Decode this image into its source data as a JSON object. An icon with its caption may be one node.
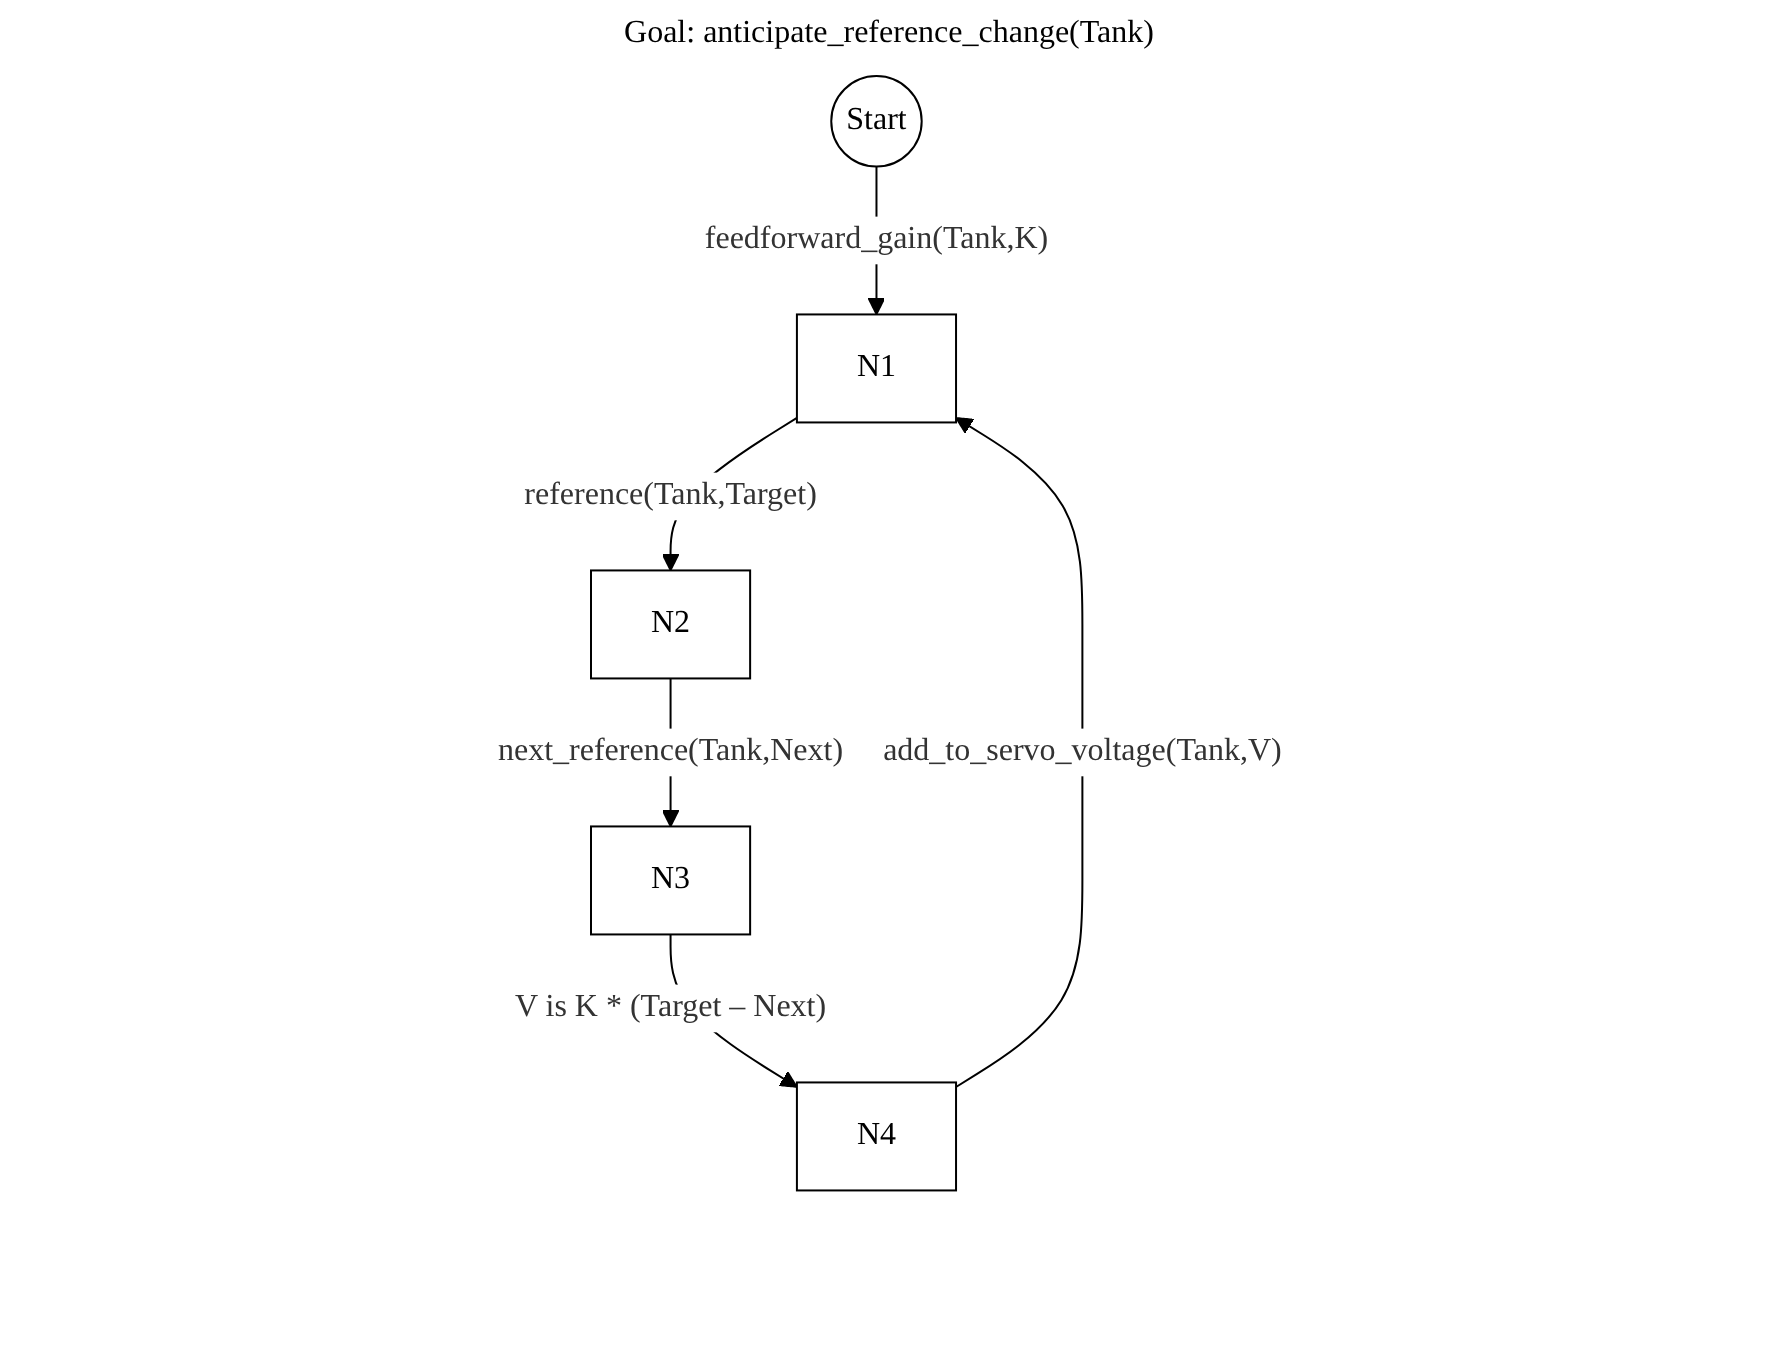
{
  "diagram": {
    "title": "Goal: anticipate_reference_change(Tank)",
    "nodes": [
      {
        "text": [
          "Start"
        ]
      },
      {
        "text": [
          "N1"
        ]
      },
      {
        "text": [
          "N2"
        ]
      },
      {
        "text": [
          "N3"
        ]
      },
      {
        "text": [
          "N4"
        ]
      }
    ],
    "edges": [
      {
        "from": 0,
        "to": 1,
        "arrow": "to",
        "label": "feedforward_gain(Tank,K)"
      },
      {
        "from": 1,
        "to": 2,
        "arrow": "to",
        "label": "reference(Tank,Target)"
      },
      {
        "from": 2,
        "to": 3,
        "arrow": "to",
        "label": "next_reference(Tank,Next)"
      },
      {
        "from": 3,
        "to": 4,
        "arrow": "to",
        "label": "V is K * (Target – Next)"
      },
      {
        "from": 4,
        "to": 1,
        "arrow": "to",
        "label": "add_to_servo_voltage(Tank,V)"
      }
    ]
  }
}
